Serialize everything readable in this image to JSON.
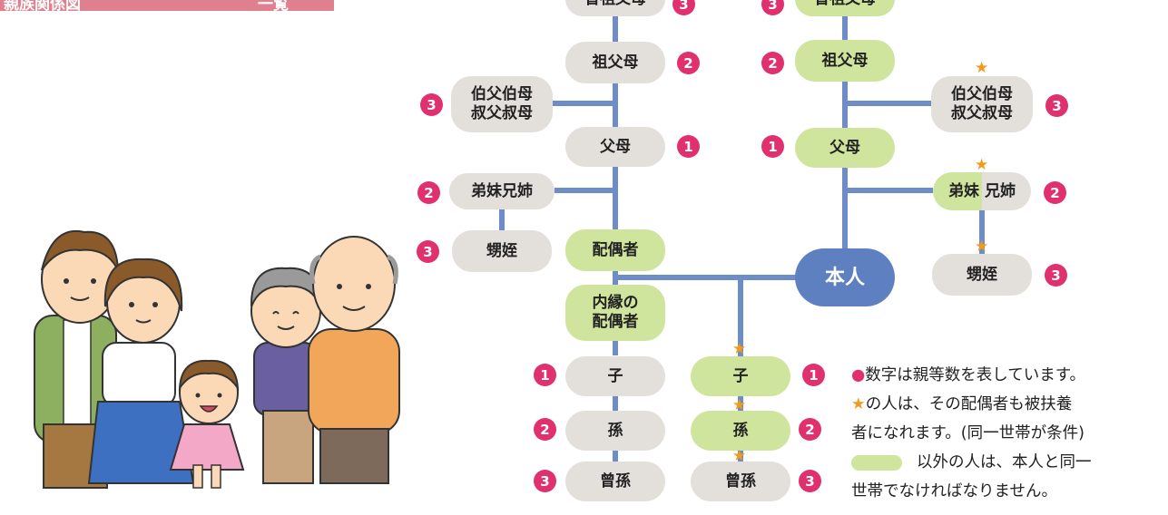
{
  "header": {
    "left_text": "親族関係図",
    "right_text": "一覧"
  },
  "spouse_side": {
    "great_grandparents": "曾祖父母",
    "grandparents": "祖父母",
    "uncles_aunts": [
      "伯父伯母",
      "叔父叔母"
    ],
    "parents": "父母",
    "siblings": "弟妹兄姉",
    "nephews_nieces": "甥姪",
    "spouse": "配偶者",
    "common_law_spouse": [
      "内縁の",
      "配偶者"
    ],
    "children": "子",
    "grandchildren": "孫",
    "great_grandchildren": "曾孫"
  },
  "self_side": {
    "great_grandparents": "曾祖父母",
    "grandparents": "祖父母",
    "uncles_aunts": [
      "伯父伯母",
      "叔父叔母"
    ],
    "parents": "父母",
    "siblings_younger": "弟妹",
    "siblings_older": "兄姉",
    "nephews_nieces": "甥姪",
    "self": "本人",
    "children": "子",
    "grandchildren": "孫",
    "great_grandchildren": "曾孫"
  },
  "degrees": {
    "one": "1",
    "two": "2",
    "three": "3"
  },
  "legend": {
    "line1_mark": "●",
    "line1_text": "数字は親等数を表しています。",
    "line2_mark": "★",
    "line2_text": "の人は、その配偶者も被扶養",
    "line3_text": "者になれます。(同一世帯が条件)",
    "line4_text": "以外の人は、本人と同一",
    "line5_text": "世帯でなければなりません。"
  },
  "colors": {
    "header": "#e07f8e",
    "line": "#6d8cc8",
    "self_node": "#5e80c0",
    "same_household": "#cfe49d",
    "other": "#e3dfda",
    "degree_badge": "#e0306d",
    "star": "#f19a1c"
  },
  "icons": {
    "star": "★",
    "illustration": "family-illustration"
  }
}
